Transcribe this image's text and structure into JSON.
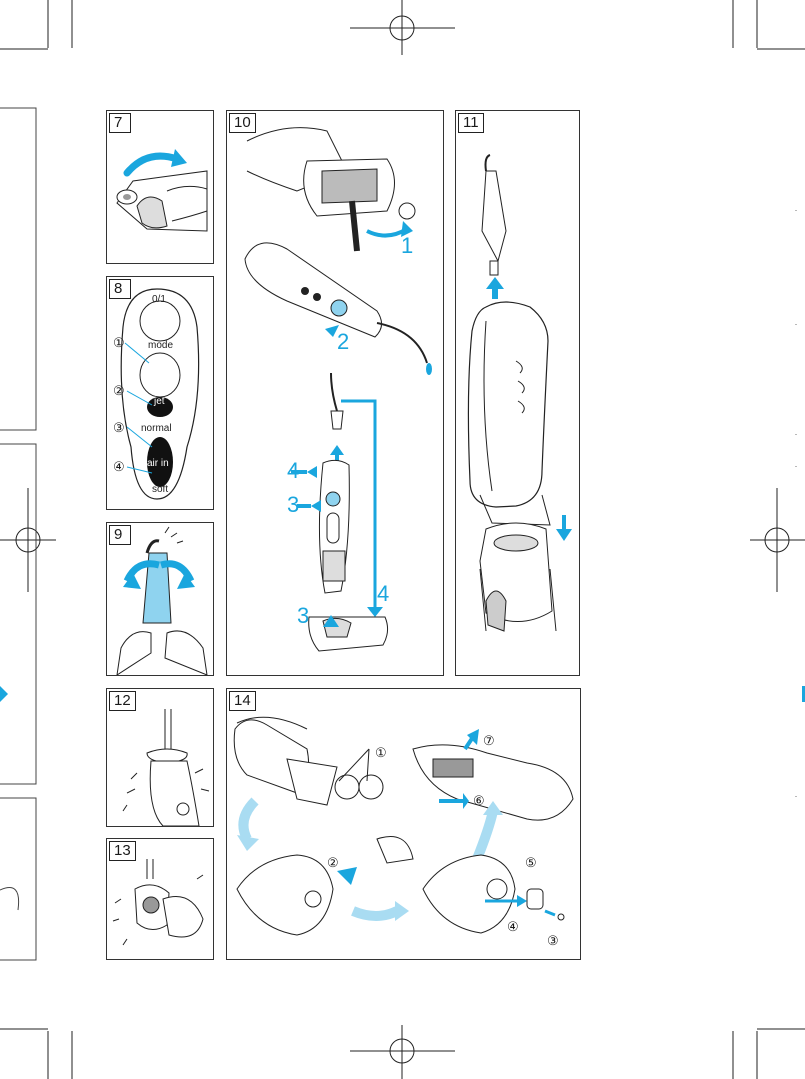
{
  "panels": {
    "p7": {
      "number": "7"
    },
    "p8": {
      "number": "8",
      "buttons": {
        "power": "0/1",
        "mode": "mode",
        "jet": "jet",
        "normal": "normal",
        "air_in": "air in",
        "soft": "soft"
      },
      "callouts": [
        "①",
        "②",
        "③",
        "④"
      ]
    },
    "p9": {
      "number": "9"
    },
    "p10": {
      "number": "10",
      "labels": [
        "1",
        "2",
        "4",
        "3",
        "4",
        "3"
      ]
    },
    "p11": {
      "number": "11"
    },
    "p12": {
      "number": "12"
    },
    "p13": {
      "number": "13"
    },
    "p14": {
      "number": "14",
      "callouts": [
        "①",
        "②",
        "③",
        "④",
        "⑤",
        "⑥",
        "⑦"
      ]
    }
  },
  "colors": {
    "accent": "#1aa6de",
    "line": "#222222",
    "shade": "#cfcfcf"
  }
}
